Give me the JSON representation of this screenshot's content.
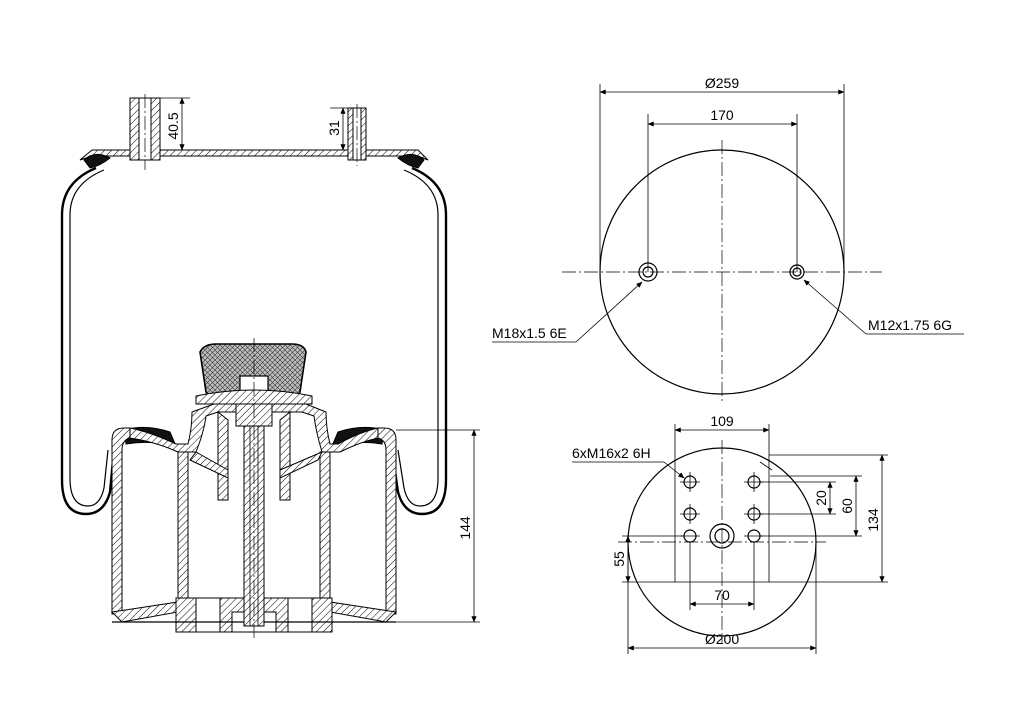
{
  "side_view": {
    "stud_left": "40.5",
    "stud_right": "31",
    "height": "144"
  },
  "top_view": {
    "diameter": "Ø259",
    "stud_spacing": "170",
    "thread_left": "M18x1.5 6E",
    "thread_right": "M12x1.75 6G"
  },
  "bottom_view": {
    "hole_spacing_x": "109",
    "thread": "6xM16x2 6H",
    "dim_20": "20",
    "dim_60": "60",
    "dim_134": "134",
    "dim_55": "55",
    "dim_70": "70",
    "diameter": "Ø200"
  }
}
